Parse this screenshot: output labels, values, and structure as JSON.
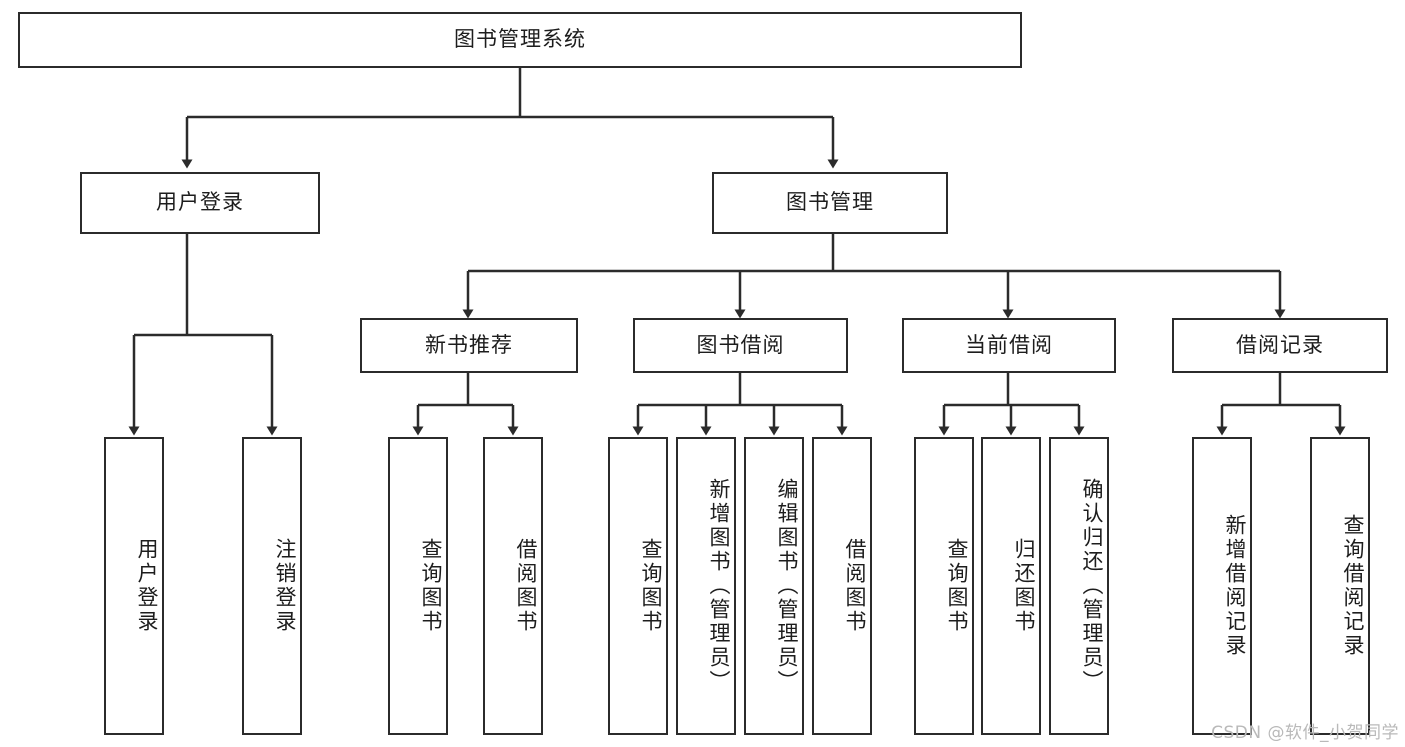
{
  "diagram": {
    "title_node": {
      "label": "图书管理系统"
    },
    "level2": [
      {
        "label": "用户登录"
      },
      {
        "label": "图书管理"
      }
    ],
    "level3": [
      {
        "label": "新书推荐"
      },
      {
        "label": "图书借阅"
      },
      {
        "label": "当前借阅"
      },
      {
        "label": "借阅记录"
      }
    ],
    "leaves": {
      "user_login": [
        {
          "label": "用户登录"
        },
        {
          "label": "注销登录"
        }
      ],
      "new_book_recommend": [
        {
          "label": "查询图书"
        },
        {
          "label": "借阅图书"
        }
      ],
      "book_borrow": [
        {
          "label": "查询图书"
        },
        {
          "label": "新增图书（管理员）"
        },
        {
          "label": "编辑图书（管理员）"
        },
        {
          "label": "借阅图书"
        }
      ],
      "current_borrow": [
        {
          "label": "查询图书"
        },
        {
          "label": "归还图书"
        },
        {
          "label": "确认归还（管理员）"
        }
      ],
      "borrow_record": [
        {
          "label": "新增借阅记录"
        },
        {
          "label": "查询借阅记录"
        }
      ]
    },
    "watermark": {
      "text": "CSDN @软件_小贺同学"
    },
    "colors": {
      "stroke": "#2b2b2b",
      "text": "#1d1d1d",
      "background": "#ffffff",
      "watermark": "#b9b9b9"
    }
  }
}
